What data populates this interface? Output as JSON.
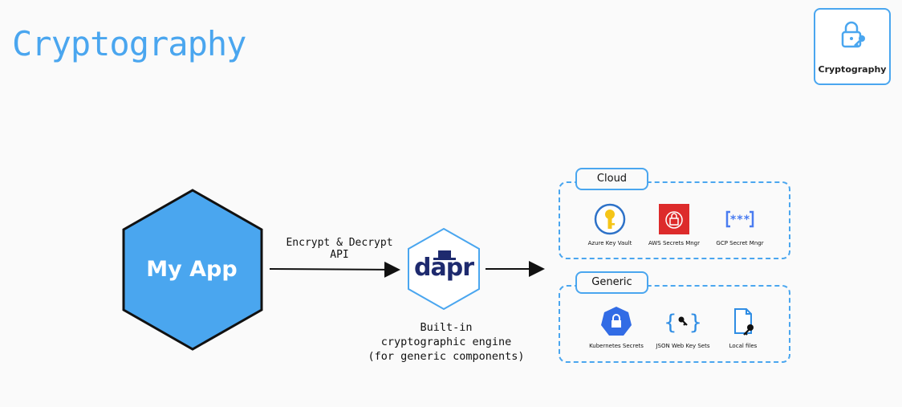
{
  "page": {
    "title": "Cryptography"
  },
  "card": {
    "label": "Cryptography",
    "icon": "lock-key-icon"
  },
  "app": {
    "label": "My App"
  },
  "edge": {
    "line1": "Encrypt & Decrypt",
    "line2": "API"
  },
  "dapr": {
    "label": "dapr",
    "caption_line1": "Built-in",
    "caption_line2": "cryptographic engine",
    "caption_line3": "(for generic components)"
  },
  "cloud": {
    "label": "Cloud",
    "items": [
      {
        "label": "Azure Key Vault",
        "icon": "azure-key-vault-icon",
        "color": "#f5c518"
      },
      {
        "label": "AWS Secrets Mngr",
        "icon": "aws-secrets-manager-icon",
        "color": "#dd2b2b"
      },
      {
        "label": "GCP Secret Mngr",
        "icon": "gcp-secret-manager-icon",
        "color": "#4a7cf0"
      }
    ]
  },
  "generic": {
    "label": "Generic",
    "items": [
      {
        "label": "Kubernetes Secrets",
        "icon": "kubernetes-secrets-icon",
        "color": "#326ce5"
      },
      {
        "label": "JSON Web Key Sets",
        "icon": "json-web-key-icon",
        "color": "#2f8de4"
      },
      {
        "label": "Local files",
        "icon": "local-file-key-icon",
        "color": "#2f8de4"
      }
    ]
  },
  "colors": {
    "accent": "#4aa6ef",
    "app_fill": "#4aa6ef",
    "dapr_navy": "#1e2a6e"
  }
}
